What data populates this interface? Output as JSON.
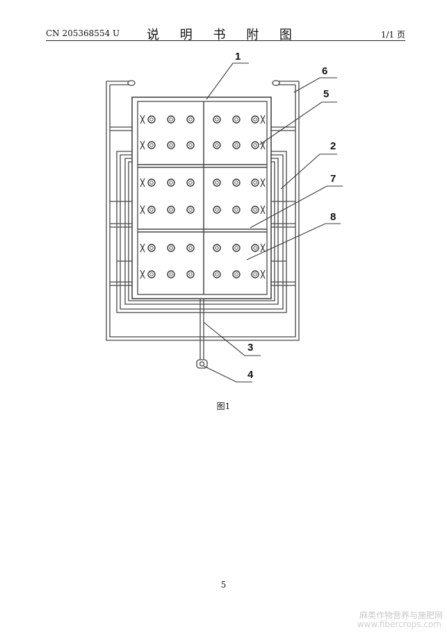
{
  "header": {
    "patent_number": "CN 205368554 U",
    "title": "说 明 书 附 图",
    "page_count": "1/1 页"
  },
  "figure": {
    "caption": "图1",
    "callouts": [
      "1",
      "2",
      "3",
      "4",
      "5",
      "6",
      "7",
      "8"
    ]
  },
  "footer": {
    "page_number": "5"
  },
  "watermark": {
    "site_name": "麻类作物营养与施肥网",
    "site_url": "www.fibercrops.com"
  }
}
